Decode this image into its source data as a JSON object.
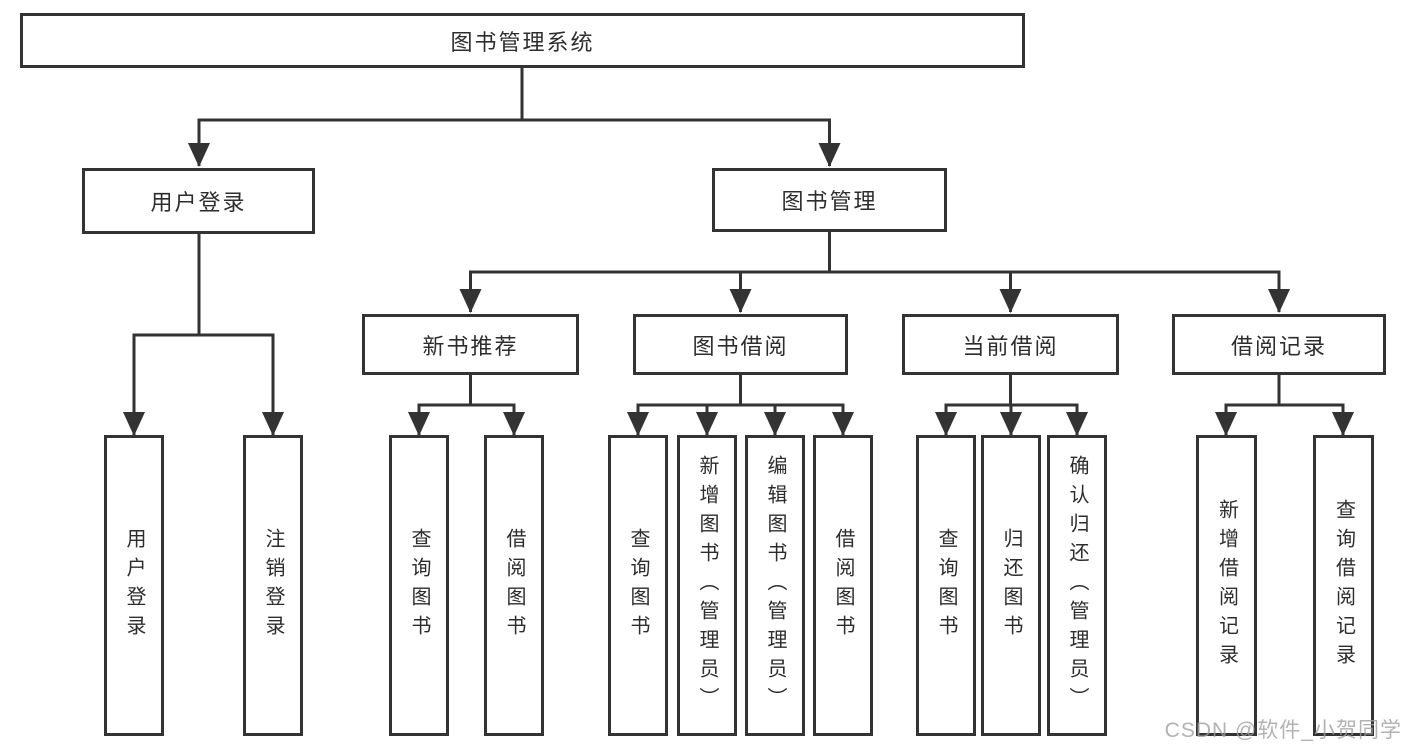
{
  "title": "图书管理系统",
  "watermark": "CSDN @软件_小贺同学",
  "colors": {
    "line": "#333333",
    "text": "#2d2d2d",
    "watermark": "#a0a0a0",
    "box_bg": "#ffffff"
  },
  "nodes": {
    "root": "图书管理系统",
    "user_login": "用户登录",
    "book_management": "图书管理",
    "new_book_recommend": "新书推荐",
    "book_borrowing": "图书借阅",
    "current_borrowing": "当前借阅",
    "borrowing_records": "借阅记录",
    "leaf_user_login": "用户登录",
    "leaf_logout": "注销登录",
    "leaf_recommend_query_books": "查询图书",
    "leaf_recommend_borrow_books": "借阅图书",
    "leaf_borrowing_query_books": "查询图书",
    "leaf_borrowing_add_books": "新增图书（管理员）",
    "leaf_borrowing_edit_books": "编辑图书（管理员）",
    "leaf_borrowing_borrow_books": "借阅图书",
    "leaf_current_query_books": "查询图书",
    "leaf_current_return_books": "归还图书",
    "leaf_current_confirm_return": "确认归还（管理员）",
    "leaf_records_add_record": "新增借阅记录",
    "leaf_records_query_record": "查询借阅记录"
  }
}
